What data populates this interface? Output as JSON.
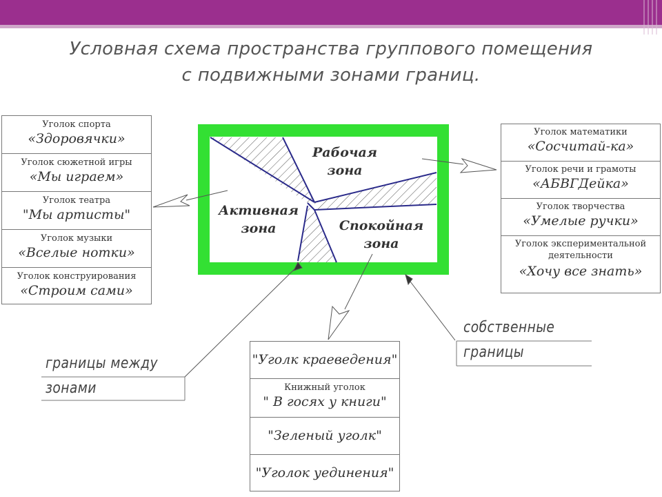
{
  "title": {
    "line1": "Условная схема пространства группового помещения",
    "line2": "с подвижными зонами границ."
  },
  "zones": {
    "work": {
      "line1": "Рабочая",
      "line2": "зона"
    },
    "active": {
      "line1": "Активная",
      "line2": "зона"
    },
    "calm": {
      "line1": "Спокойная",
      "line2": "зона"
    }
  },
  "left_corners": [
    {
      "label": "Уголок спорта",
      "name": "«Здоровячки»"
    },
    {
      "label": "Уголок сюжетной игры",
      "name": "«Мы играем»"
    },
    {
      "label": "Уголок театра",
      "name": "\"Мы артисты\""
    },
    {
      "label": "Уголок музыки",
      "name": "«Вселые нотки»"
    },
    {
      "label": "Уголок конструирования",
      "name": "«Строим сами»"
    }
  ],
  "right_corners": [
    {
      "label": "Уголок математики",
      "name": "«Сосчитай-ка»"
    },
    {
      "label": "Уголок речи и грамоты",
      "name": "«АБВГДейка»"
    },
    {
      "label": "Уголок творчества",
      "name": "«Умелые ручки»"
    },
    {
      "label": "Уголок экспериментальной деятельности",
      "name": "«Хочу все знать»"
    }
  ],
  "bottom_corners": [
    {
      "label": "",
      "name": "\"Уголк краеведения\""
    },
    {
      "label": "Книжный уголок",
      "name": "\" В госях у книги\""
    },
    {
      "label": "",
      "name": "\"Зеленый уголк\""
    },
    {
      "label": "",
      "name": "\"Уголок уединения\""
    }
  ],
  "callouts": {
    "borders_between": {
      "line1": "границы между",
      "line2": "зонами"
    },
    "own_borders": {
      "line1": "собственные",
      "line2": "границы"
    }
  },
  "colors": {
    "header": "#9b2f8e",
    "frame": "#33e033",
    "zone_lines": "#2a2a8a"
  }
}
